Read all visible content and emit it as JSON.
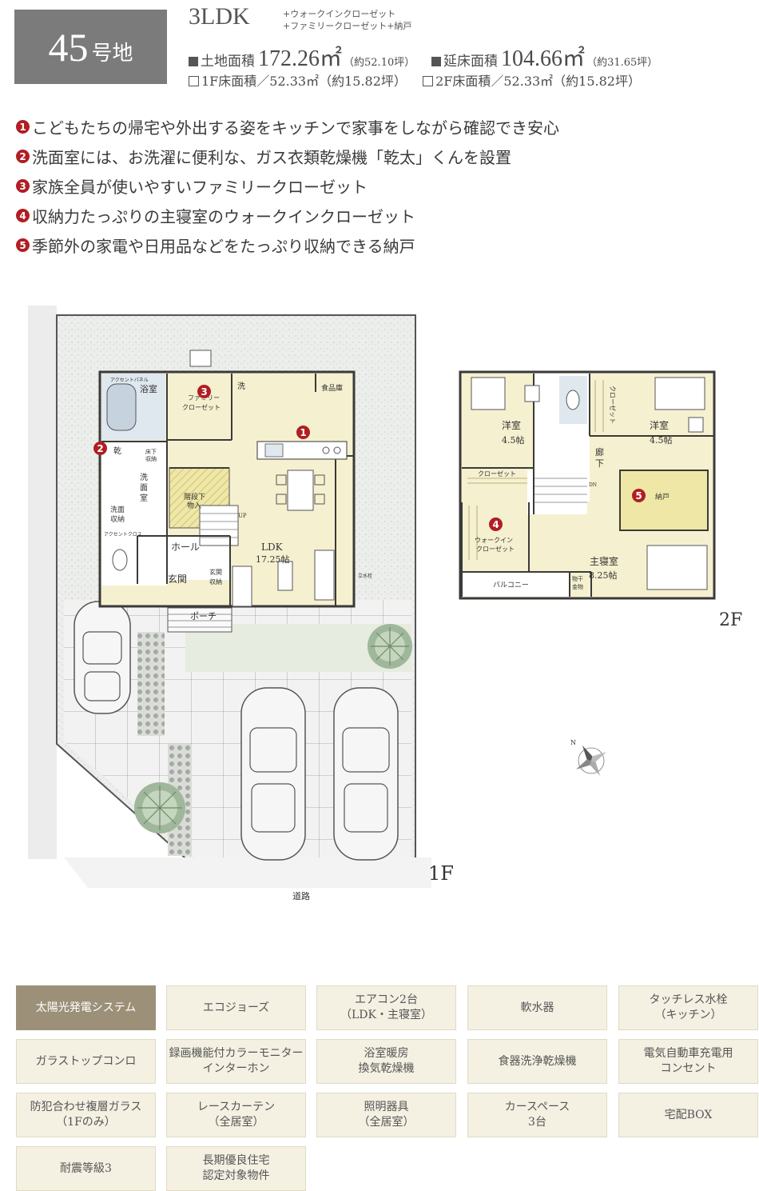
{
  "header": {
    "lot_number": "45",
    "lot_suffix": "号地",
    "layout": "3LDK",
    "layout_extra_1": "+ウォークインクローゼット",
    "layout_extra_2": "+ファミリークローゼット+納戸",
    "land_area_label": "土地面積",
    "land_area_value": "172.26㎡",
    "land_area_tsubo": "（約52.10坪）",
    "floor_area_label": "延床面積",
    "floor_area_value": "104.66㎡",
    "floor_area_tsubo": "（約31.65坪）",
    "f1_area": "1F床面積／52.33㎡（約15.82坪）",
    "f2_area": "2F床面積／52.33㎡（約15.82坪）"
  },
  "features": [
    {
      "no": "1",
      "text": "こどもたちの帰宅や外出する姿をキッチンで家事をしながら確認でき安心"
    },
    {
      "no": "2",
      "text": "洗面室には、お洗濯に便利な、ガス衣類乾燥機「乾太」くんを設置"
    },
    {
      "no": "3",
      "text": "家族全員が使いやすいファミリークローゼット"
    },
    {
      "no": "4",
      "text": "収納力たっぷりの主寝室のウォークインクローゼット"
    },
    {
      "no": "5",
      "text": "季節外の家電や日用品などをたっぷり収納できる納戸"
    }
  ],
  "plan_1f": {
    "floor_label": "1F",
    "road": "道路",
    "bath": "浴室",
    "accent_panel": "アクセントパネル",
    "dryer": "乾",
    "family_closet_1": "ファミリー",
    "family_closet_2": "クローゼット",
    "wash": "洗",
    "pantry": "食品庫",
    "underfloor_1": "床下",
    "underfloor_2": "収納",
    "washroom_1": "洗",
    "washroom_2": "面",
    "washroom_3": "室",
    "stair_storage_1": "階段下",
    "stair_storage_2": "物入",
    "wash_storage_1": "洗面",
    "wash_storage_2": "収納",
    "accent_cross": "アクセントクロス",
    "up": "UP",
    "ldk": "LDK",
    "ldk_size": "17.25帖",
    "hall": "ホール",
    "entrance": "玄関",
    "entrance_storage_1": "玄関",
    "entrance_storage_2": "収納",
    "porch": "ポーチ",
    "faucet": "立水栓"
  },
  "plan_2f": {
    "floor_label": "2F",
    "room_w": "洋室",
    "room_w_size": "4.5帖",
    "room_e": "洋室",
    "room_e_size": "4.5帖",
    "closet_v": "クローゼット",
    "corridor_1": "廊",
    "corridor_2": "下",
    "closet_h": "クローゼット",
    "dn": "DN",
    "storeroom": "納戸",
    "wic_1": "ウォークイン",
    "wic_2": "クローゼット",
    "master": "主寝室",
    "master_size": "8.25帖",
    "balcony": "バルコニー",
    "hanger_1": "物干",
    "hanger_2": "金物"
  },
  "compass": "N",
  "equipment": [
    {
      "label": "太陽光発電システム",
      "highlight": true
    },
    {
      "label": "エコジョーズ",
      "highlight": false
    },
    {
      "label": "エアコン2台\n（LDK・主寝室）",
      "highlight": false
    },
    {
      "label": "軟水器",
      "highlight": false
    },
    {
      "label": "タッチレス水栓\n（キッチン）",
      "highlight": false
    },
    {
      "label": "ガラストップコンロ",
      "highlight": false
    },
    {
      "label": "録画機能付カラーモニター\nインターホン",
      "highlight": false
    },
    {
      "label": "浴室暖房\n換気乾燥機",
      "highlight": false
    },
    {
      "label": "食器洗浄乾燥機",
      "highlight": false
    },
    {
      "label": "電気自動車充電用\nコンセント",
      "highlight": false
    },
    {
      "label": "防犯合わせ複層ガラス\n（1Fのみ）",
      "highlight": false
    },
    {
      "label": "レースカーテン\n（全居室）",
      "highlight": false
    },
    {
      "label": "照明器具\n（全居室）",
      "highlight": false
    },
    {
      "label": "カースペース\n3台",
      "highlight": false
    },
    {
      "label": "宅配BOX",
      "highlight": false
    },
    {
      "label": "耐震等級3",
      "highlight": false
    },
    {
      "label": "長期優良住宅\n認定対象物件",
      "highlight": false
    }
  ],
  "colors": {
    "badge": "#7b7b7b",
    "accent_red": "#b01e23",
    "room_cream": "#f5f0cf",
    "gravel": "#e9ebe8",
    "tag_bg": "#f4f0e2",
    "tag_highlight": "#9c9178"
  }
}
